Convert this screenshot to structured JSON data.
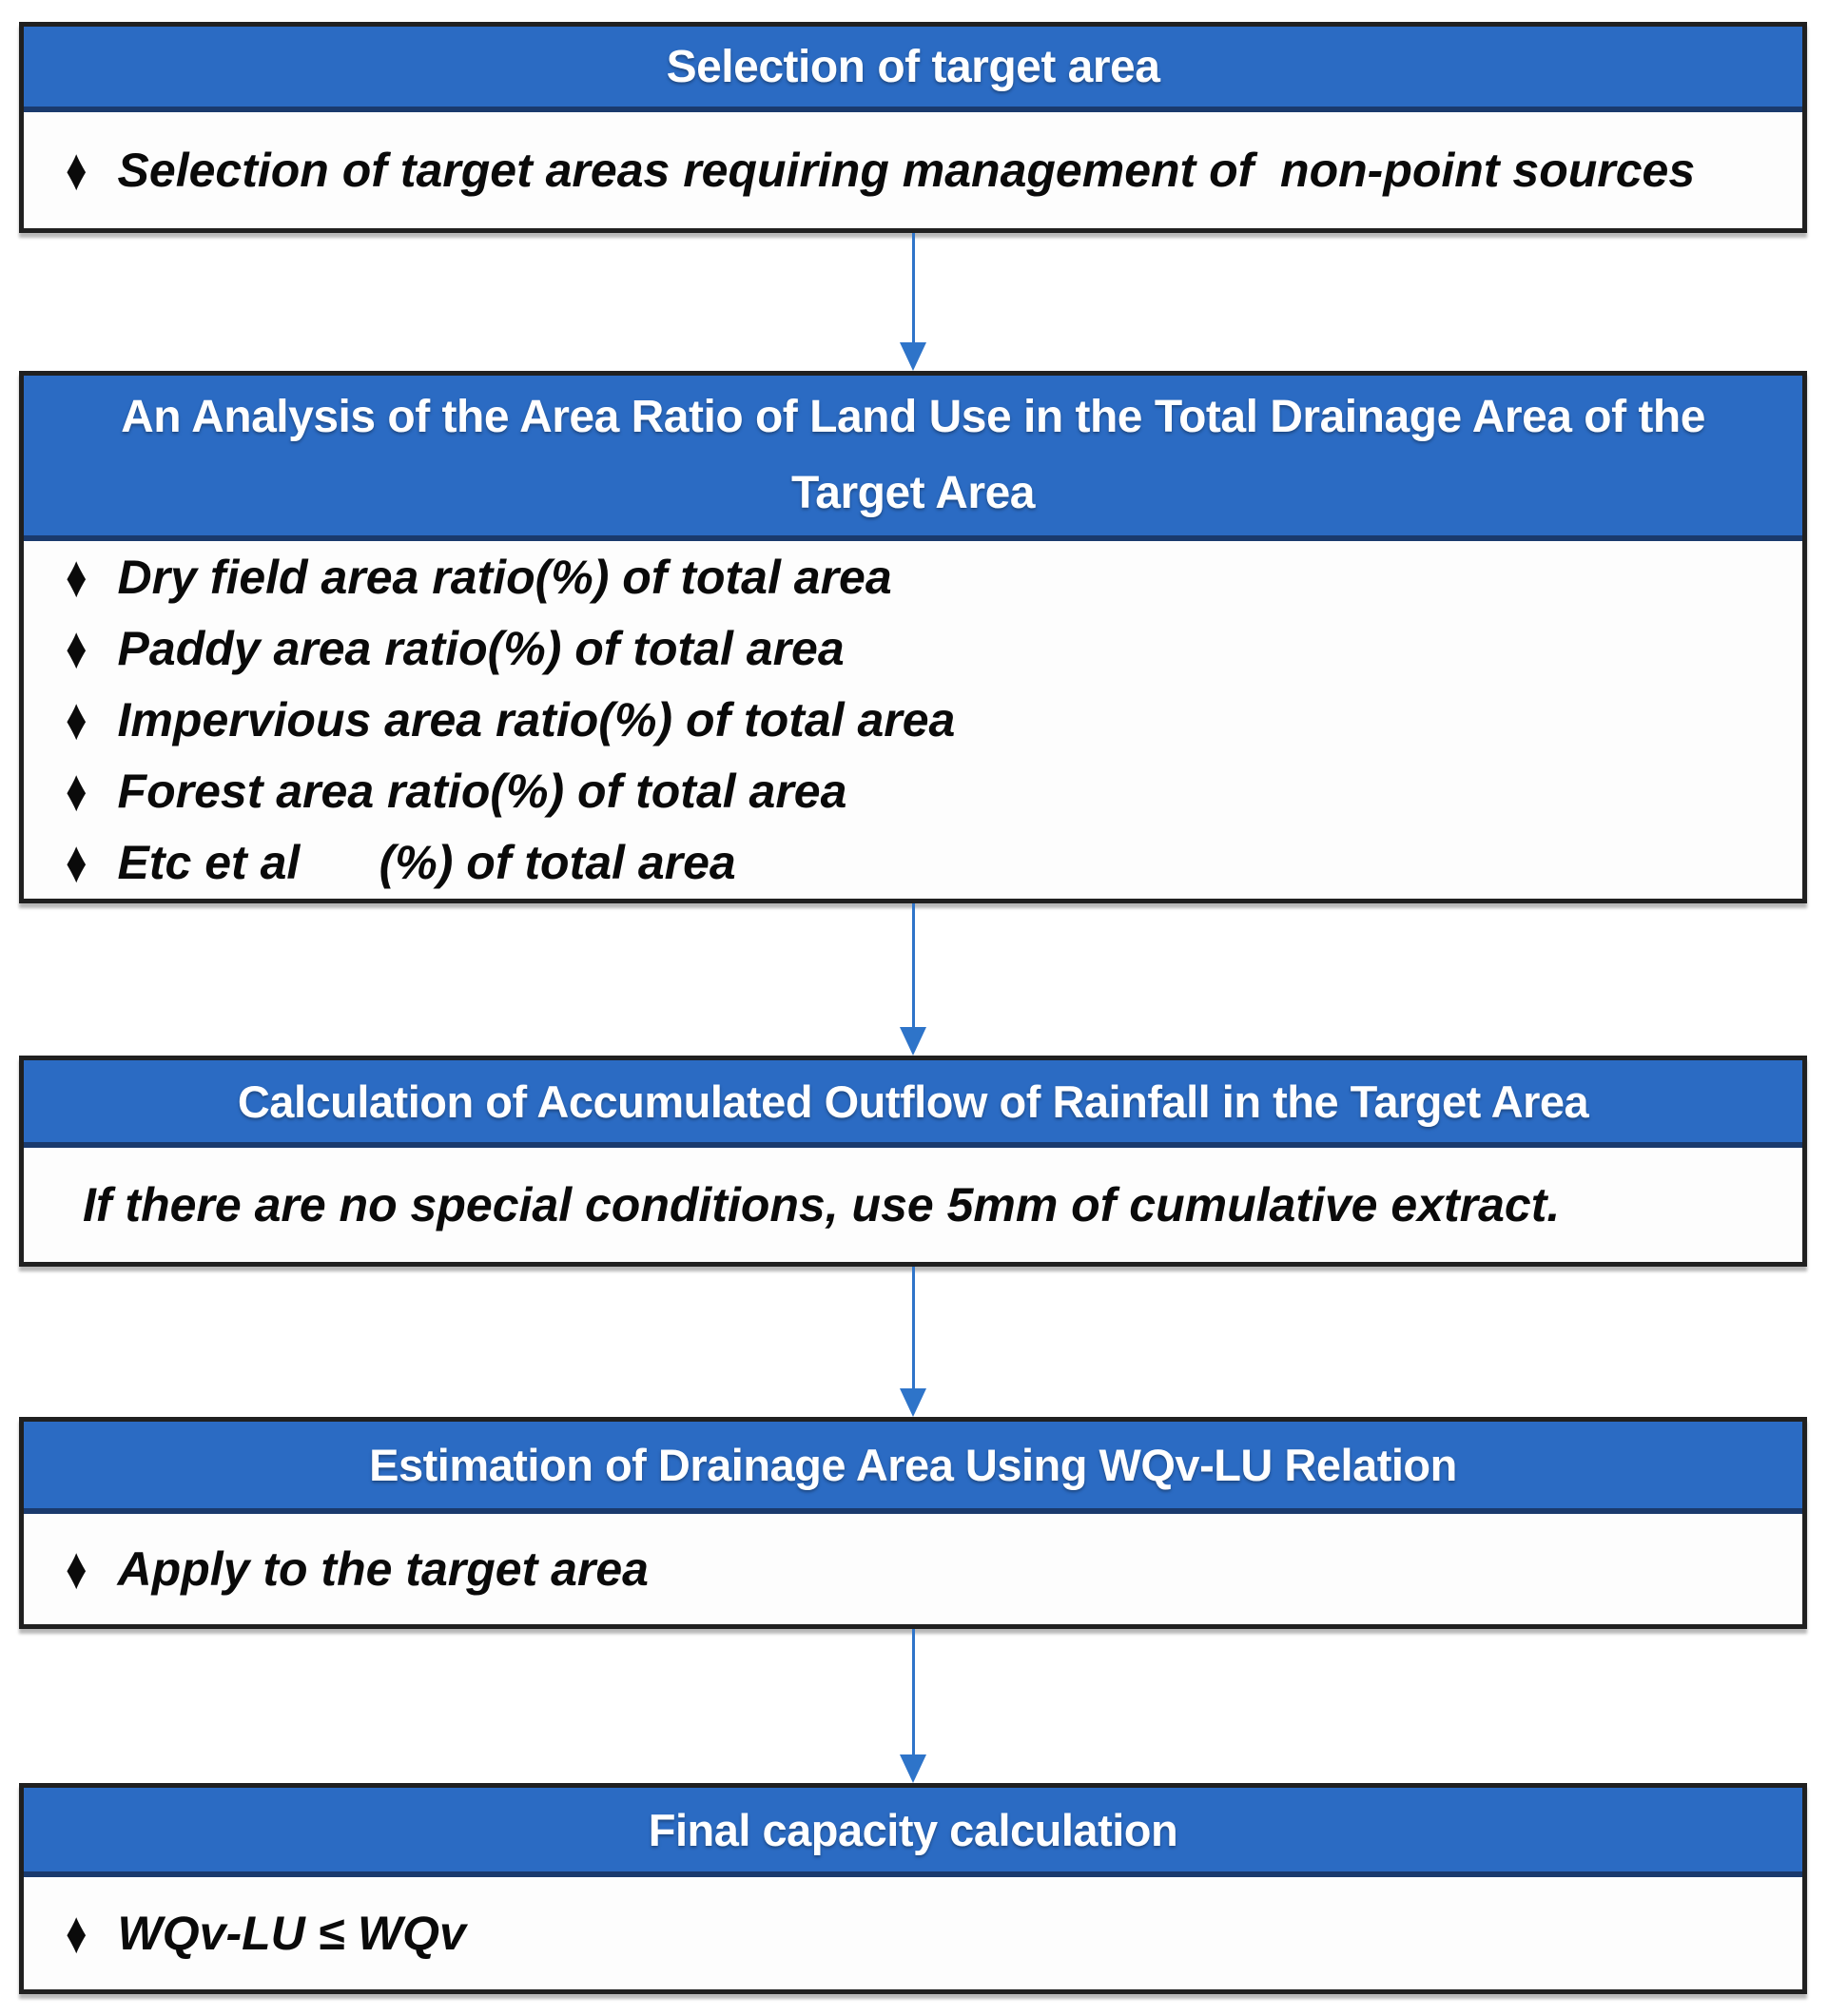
{
  "figure": {
    "bullet_glyph": "♦",
    "colors": {
      "header_bg": "#2b6bc3",
      "header_text": "#ffffff",
      "header_divider": "#1a3a6d",
      "box_border": "#202020",
      "body_text": "#0a0a0a",
      "arrow": "#2e74c9"
    },
    "steps": [
      {
        "title": "Selection of target area",
        "items": [
          {
            "text": "Selection of target areas requiring management of  non-point sources"
          }
        ]
      },
      {
        "title": "An Analysis of the Area Ratio of Land Use in the Total Drainage Area of the Target Area",
        "items": [
          {
            "text": "Dry field area ratio(%) of total area"
          },
          {
            "text": "Paddy area ratio(%) of total area"
          },
          {
            "text": "Impervious area ratio(%) of total area"
          },
          {
            "text": "Forest area ratio(%) of total area"
          },
          {
            "text": "Etc et al      (%) of total area"
          }
        ]
      },
      {
        "title": "Calculation of Accumulated Outflow of Rainfall in the Target Area",
        "items": [
          {
            "text": "If there are no special conditions, use 5mm of cumulative extract."
          }
        ]
      },
      {
        "title": "Estimation of Drainage Area Using WQv-LU Relation",
        "items": [
          {
            "text": "Apply to the target area"
          }
        ]
      },
      {
        "title": "Final capacity calculation",
        "items": [
          {
            "text": "WQv-LU ≤ WQv"
          }
        ]
      }
    ]
  }
}
